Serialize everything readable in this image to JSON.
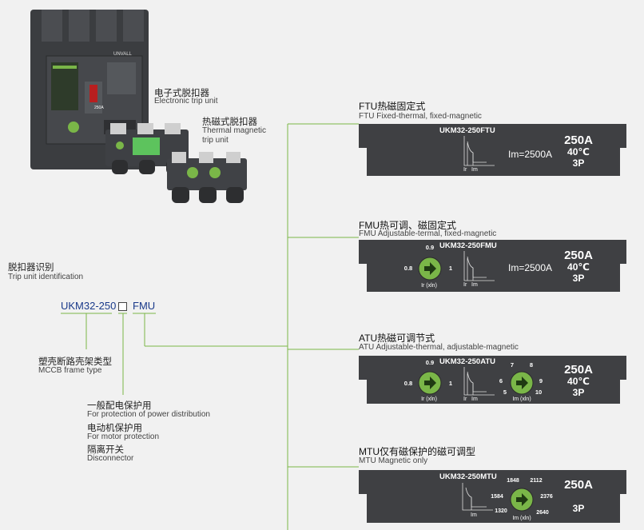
{
  "product": {
    "electronic": {
      "cn": "电子式脱扣器",
      "en": "Electronic trip unit"
    },
    "thermal": {
      "cn": "热磁式脱扣器",
      "en1": "Thermal magnetic",
      "en2": "trip unit"
    },
    "breaker_label": "250A",
    "brand": "UNVALL"
  },
  "identification": {
    "cn": "脱扣器识别",
    "en": "Trip unit identification"
  },
  "code": {
    "base": "UKM32-250",
    "suffix": "FMU"
  },
  "frame": {
    "cn": "塑壳断路壳架类型",
    "en": "MCCB frame type"
  },
  "protection": [
    {
      "cn": "一般配电保护用",
      "en": "For protection of power distribution"
    },
    {
      "cn": "电动机保护用",
      "en": "For motor protection"
    },
    {
      "cn": "隔离开关",
      "en": "Disconnector"
    }
  ],
  "sections": [
    {
      "cn": "FTU热磁固定式",
      "en": "FTU Fixed-thermal, fixed-magnetic",
      "model": "UKM32-250FTU",
      "im": "Im=2500A",
      "rating": "250A",
      "temp": "40℃",
      "poles": "3P",
      "ir_label": "Ir",
      "im_label": "Im"
    },
    {
      "cn": "FMU热可调、磁固定式",
      "en": "FMU Adjustable-termal, fixed-magnetic",
      "model": "UKM32-250FMU",
      "im": "Im=2500A",
      "rating": "250A",
      "temp": "40℃",
      "poles": "3P",
      "ir_label": "Ir",
      "im_label": "Im",
      "dial_ir": {
        "top": "0.9",
        "left": "0.8",
        "right": "1",
        "caption": "Ir (xln)"
      }
    },
    {
      "cn": "ATU热磁可调节式",
      "en": "ATU Adjustable-thermal, adjustable-magnetic",
      "model": "UKM32-250ATU",
      "rating": "250A",
      "temp": "40℃",
      "poles": "3P",
      "ir_label": "Ir",
      "im_label": "Im",
      "dial_ir": {
        "top": "0.9",
        "left": "0.8",
        "right": "1",
        "caption": "Ir (xln)"
      },
      "dial_im": {
        "t1": "7",
        "t2": "8",
        "l1": "6",
        "r1": "9",
        "l2": "5",
        "r2": "10",
        "caption": "Im (xln)"
      }
    },
    {
      "cn": "MTU仅有磁保护的磁可调型",
      "en": "MTU Magnetic only",
      "model": "UKM32-250MTU",
      "rating": "250A",
      "poles": "3P",
      "im_label": "Im",
      "dial_im": {
        "t1": "1848",
        "t2": "2112",
        "l1": "1584",
        "r1": "2376",
        "l2": "1320",
        "r2": "2640",
        "caption": "Im (xln)"
      }
    }
  ]
}
